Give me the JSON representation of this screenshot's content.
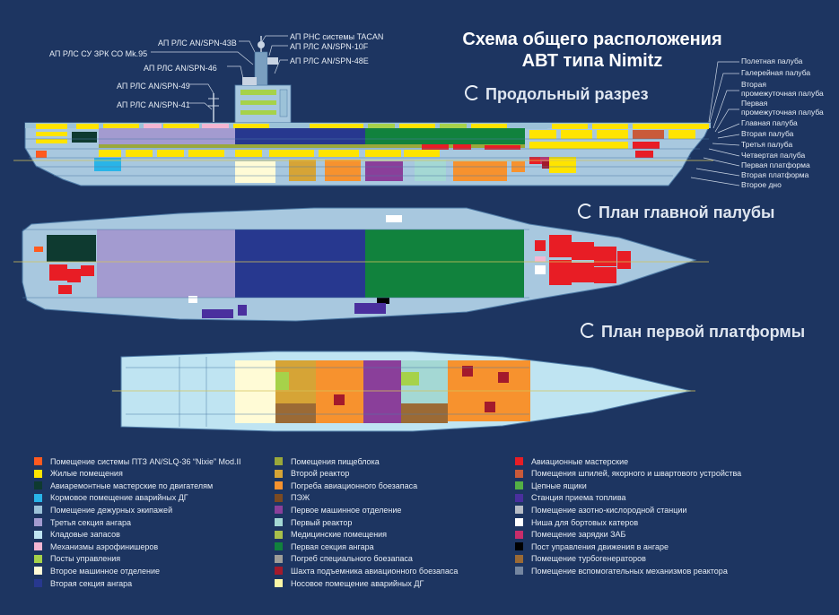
{
  "title": {
    "line1": "Схема общего расположения",
    "line2": "АВТ типа Nimitz"
  },
  "sections": {
    "longitudinal": "Продольный разрез",
    "main_deck": "План главной палубы",
    "first_platform": "План первой платформы"
  },
  "callouts": [
    "АП РНС системы TACAN",
    "АП РЛС AN/SPN-43B",
    "АП РЛС AN/SPN-10F",
    "АП РЛС СУ ЗРК СО Mk.95",
    "АП РЛС AN/SPN-48E",
    "АП РЛС AN/SPN-46",
    "АП РЛС AN/SPN-49",
    "АП РЛС AN/SPN-41"
  ],
  "decks": [
    "Полетная палуба",
    "Галерейная палуба",
    "Вторая\nпромежуточная палуба",
    "Первая\nпромежуточная палуба",
    "Главная палуба",
    "Вторая палуба",
    "Третья палуба",
    "Четвертая палуба",
    "Первая платформа",
    "Вторая платформа",
    "Второе дно"
  ],
  "colors": {
    "background": "#1d3561",
    "hull": "#a8c8df",
    "hull_edge": "#4d7aa6"
  },
  "legend": [
    {
      "label": "Помещение системы ПТЗ AN/SLQ-36 “Nixie” Mod.II",
      "color": "#ff5a1f"
    },
    {
      "label": "Жилые помещения",
      "color": "#ffe400"
    },
    {
      "label": "Авиаремонтные мастерские по двигателям",
      "color": "#0e3a30"
    },
    {
      "label": "Кормовое помещение аварийных ДГ",
      "color": "#29b4e8"
    },
    {
      "label": "Помещение дежурных экипажей",
      "color": "#9cc2d8"
    },
    {
      "label": "Третья секция ангара",
      "color": "#a39bd0"
    },
    {
      "label": "Кладовые запасов",
      "color": "#bfe4f2"
    },
    {
      "label": "Механизмы аэрофинишеров",
      "color": "#f4b6d2"
    },
    {
      "label": "Посты управления",
      "color": "#a6d24a"
    },
    {
      "label": "Второе машинное отделение",
      "color": "#fffbd6"
    },
    {
      "label": "Вторая секция ангара",
      "color": "#27388f"
    },
    {
      "label": "Помещения пищеблока",
      "color": "#9aa83a"
    },
    {
      "label": "Второй реактор",
      "color": "#d6a436"
    },
    {
      "label": "Погреба авиационного боезапаса",
      "color": "#f7922e"
    },
    {
      "label": "ПЭЖ",
      "color": "#7b4a22"
    },
    {
      "label": "Первое машинное отделение",
      "color": "#8a3f9a"
    },
    {
      "label": "Первый реактор",
      "color": "#a4d8d4"
    },
    {
      "label": "Медицинские помещения",
      "color": "#a8c04a"
    },
    {
      "label": "Первая секция ангара",
      "color": "#11823d"
    },
    {
      "label": "Погреб специального боезапаса",
      "color": "#9e9d98"
    },
    {
      "label": "Шахта подъемника авиационного боезапаса",
      "color": "#a31a2c"
    },
    {
      "label": "Носовое помещение аварийных ДГ",
      "color": "#fbf7a6"
    },
    {
      "label": "Авиационные мастерские",
      "color": "#e81d25"
    },
    {
      "label": "Помещения шпилей, якорного и швартового устройства",
      "color": "#c95a3a"
    },
    {
      "label": "Цепные ящики",
      "color": "#53b044"
    },
    {
      "label": "Станция приема топлива",
      "color": "#4a2f9e"
    },
    {
      "label": "Помещение азотно-кислородной станции",
      "color": "#b6bcc6"
    },
    {
      "label": "Ниша для бортовых катеров",
      "color": "#ffffff"
    },
    {
      "label": "Помещение зарядки ЗАБ",
      "color": "#c82d6a"
    },
    {
      "label": "Пост управления движения в ангаре",
      "color": "#000000"
    },
    {
      "label": "Помещение турбогенераторов",
      "color": "#9b6a35"
    },
    {
      "label": "Помещение вспомогательных механизмов реактора",
      "color": "#7486a0"
    }
  ]
}
